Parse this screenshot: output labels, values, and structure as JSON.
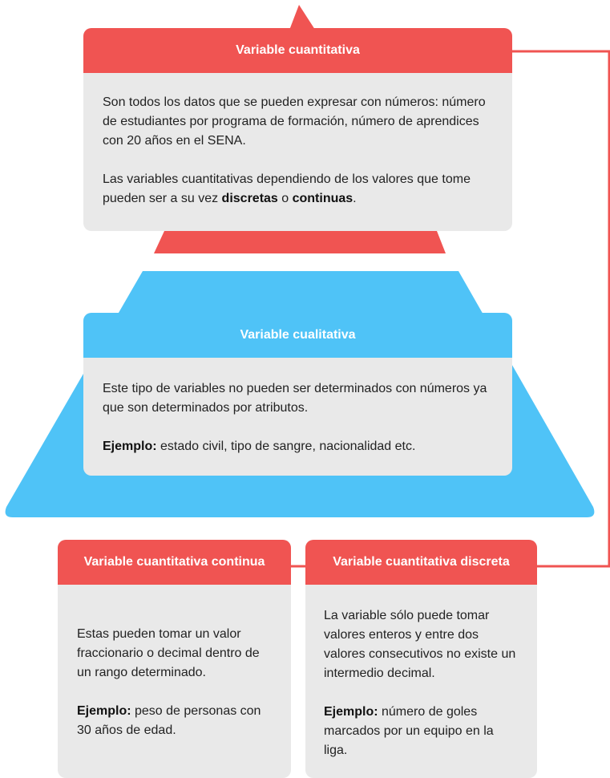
{
  "colors": {
    "red": "#f05452",
    "blue": "#4fc3f7",
    "card_body": "#e9e9e9",
    "connector": "#f05452"
  },
  "cuantitativa": {
    "title": "Variable cuantitativa",
    "p1": "Son todos los datos que se pueden expresar con números: número de estudiantes por programa de formación, número de aprendices con 20 años en el SENA.",
    "p2_pre": "Las variables cuantitativas dependiendo de los valores que tome pueden ser a su vez ",
    "p2_b1": "discretas",
    "p2_mid": " o ",
    "p2_b2": "continuas",
    "p2_end": "."
  },
  "cualitativa": {
    "title": "Variable cualitativa",
    "p1": "Este tipo de variables no pueden ser determinados con números ya que son determinados por atributos.",
    "ex_label": "Ejemplo:",
    "ex_text": " estado civil, tipo de sangre, nacionalidad etc."
  },
  "continua": {
    "title": "Variable cuantitativa continua",
    "p1": "Estas pueden tomar un valor fraccionario o decimal dentro de un rango determinado.",
    "ex_label": "Ejemplo:",
    "ex_text": " peso de personas con 30 años de edad."
  },
  "discreta": {
    "title": "Variable cuantitativa discreta",
    "p1": "La variable sólo puede tomar valores enteros y entre dos valores consecutivos no existe un intermedio decimal.",
    "ex_label": "Ejemplo:",
    "ex_text": " número de goles marcados por un equipo en la liga."
  }
}
